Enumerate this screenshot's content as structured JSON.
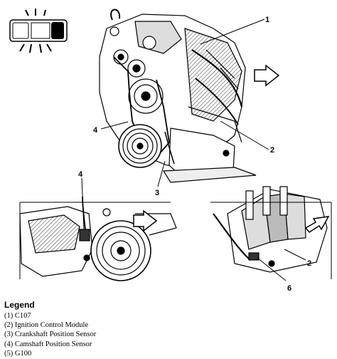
{
  "callouts": [
    "1",
    "2",
    "3",
    "4",
    "4",
    "6",
    "2"
  ],
  "legend": {
    "title": "Legend",
    "items": [
      "(1) C107",
      "(2) Ignition Control Module",
      "(3) Crankshaft Position Sensor",
      "(4) Camshaft Position Sensor",
      "(5) G100"
    ]
  },
  "icons": {
    "vehicle_locator": "vehicle-top-view-icon",
    "direction_arrow": "forward-arrow-icon"
  }
}
